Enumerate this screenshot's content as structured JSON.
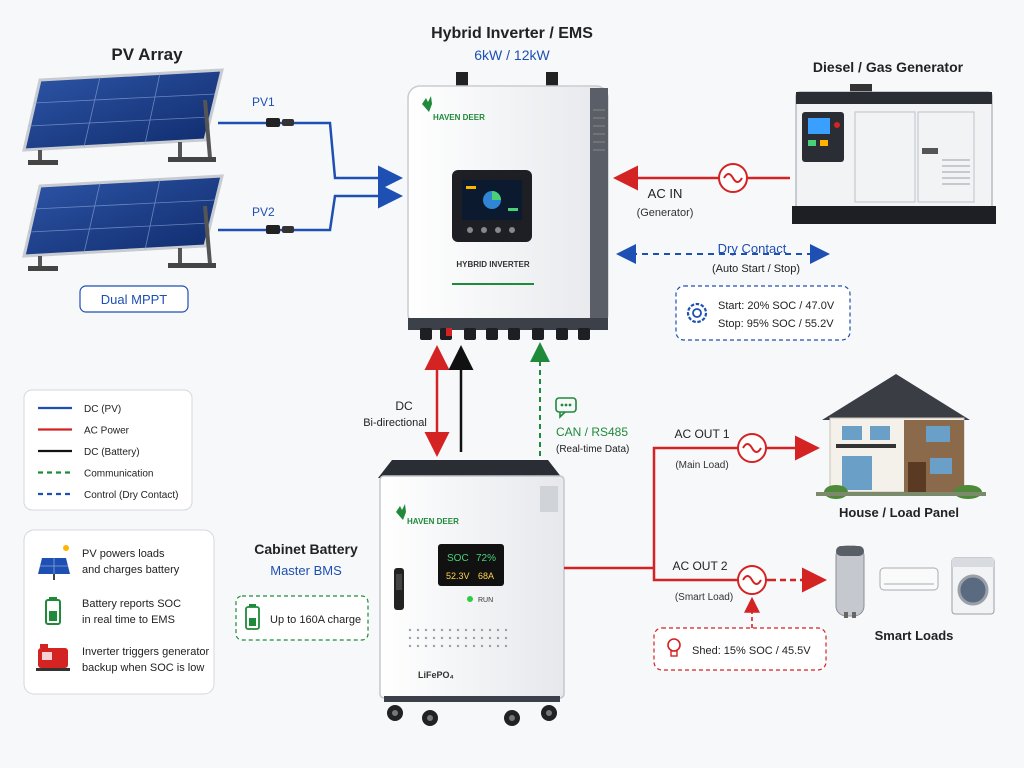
{
  "inverter": {
    "title": "Hybrid Inverter / EMS",
    "rating": "6kW / 12kW",
    "brand": "HAVEN DEER",
    "label": "HYBRID INVERTER"
  },
  "pv": {
    "title": "PV Array",
    "pv1": "PV1",
    "pv2": "PV2",
    "mppt": "Dual MPPT"
  },
  "generator": {
    "title": "Diesel / Gas Generator",
    "ac_in": "AC IN",
    "ac_in_sub": "(Generator)",
    "dry_contact": "Dry Contact",
    "dry_contact_sub": "(Auto Start / Stop)",
    "start": "Start: 20% SOC / 47.0V",
    "stop": "Stop: 95% SOC / 55.2V"
  },
  "battery": {
    "title": "Cabinet Battery",
    "subtitle": "Master BMS",
    "brand": "HAVEN DEER",
    "charge": "Up to 160A charge",
    "soc_label": "SOC",
    "soc_value": "72%",
    "voltage": "52.3V",
    "current": "68A",
    "run": "RUN",
    "chemistry": "LiFePO₄"
  },
  "links": {
    "dc": "DC",
    "dc_sub": "Bi-directional",
    "can": "CAN / RS485",
    "can_sub": "(Real-time Data)"
  },
  "outputs": {
    "ac_out1": "AC OUT 1",
    "ac_out1_sub": "(Main Load)",
    "ac_out2": "AC OUT 2",
    "ac_out2_sub": "(Smart Load)",
    "house": "House / Load Panel",
    "smart_loads": "Smart Loads",
    "shed": "Shed: 15% SOC / 45.5V"
  },
  "legend": [
    {
      "label": "DC (PV)",
      "color": "#1e4fb3",
      "dashed": false
    },
    {
      "label": "AC Power",
      "color": "#d32323",
      "dashed": false
    },
    {
      "label": "DC (Battery)",
      "color": "#111111",
      "dashed": false
    },
    {
      "label": "Communication",
      "color": "#1f8a3a",
      "dashed": true
    },
    {
      "label": "Control (Dry Contact)",
      "color": "#1e4fb3",
      "dashed": true
    }
  ],
  "notes": [
    {
      "line1": "PV powers loads",
      "line2": "and charges battery",
      "icon": "solar-panel-icon"
    },
    {
      "line1": "Battery reports SOC",
      "line2": "in real time to EMS",
      "icon": "battery-icon"
    },
    {
      "line1": "Inverter triggers generator",
      "line2": "backup when SOC is low",
      "icon": "generator-icon"
    }
  ],
  "colors": {
    "dc_pv": "#1e4fb3",
    "ac": "#d32323",
    "dc_batt": "#111111",
    "comm": "#1f8a3a",
    "brand_green": "#1f8a3a"
  }
}
